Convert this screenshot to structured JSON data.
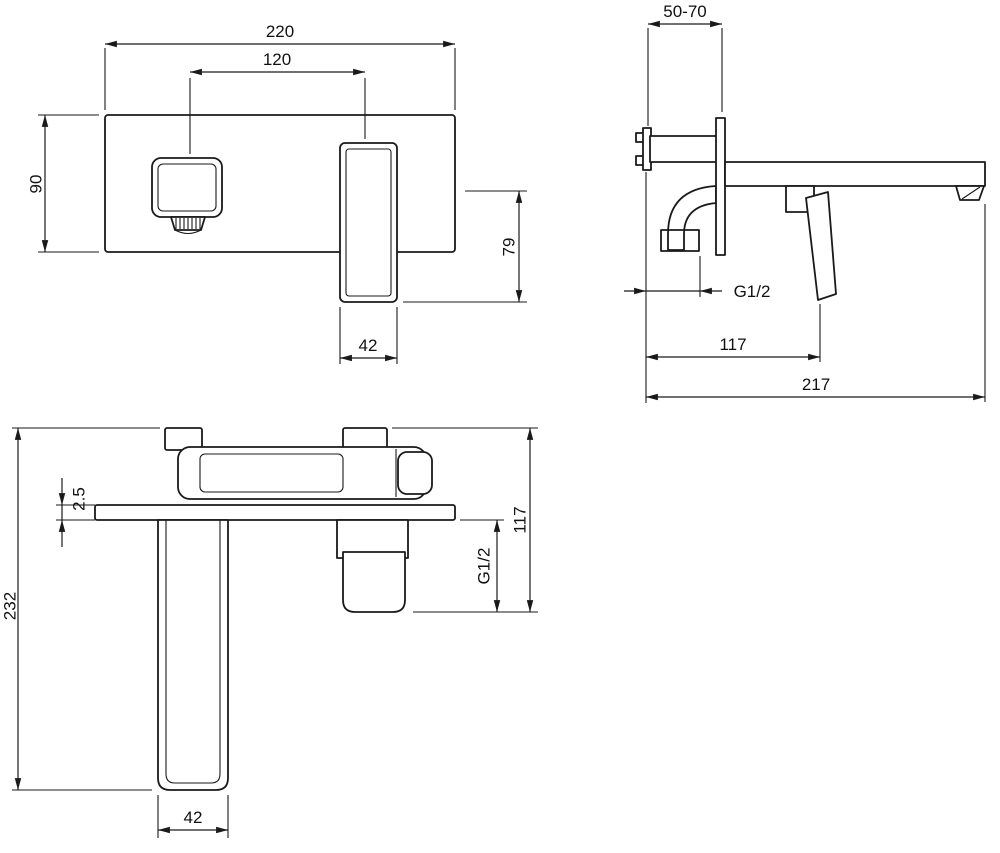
{
  "page": {
    "background": "#ffffff",
    "line_color": "#1a1a1a"
  },
  "drawing": {
    "front_view": {
      "overall_width": "220",
      "spout_to_handle": "120",
      "plate_height": "90",
      "handle_drop": "79",
      "handle_width": "42"
    },
    "side_view": {
      "wall_depth": "50-70",
      "inlet_thread": "G1/2",
      "handle_reach": "117",
      "spout_reach": "217"
    },
    "top_view": {
      "plate_thickness": "2.5",
      "overall_projection": "232",
      "outlet_thread": "G1/2",
      "handle_projection": "117",
      "spout_width": "42"
    }
  }
}
